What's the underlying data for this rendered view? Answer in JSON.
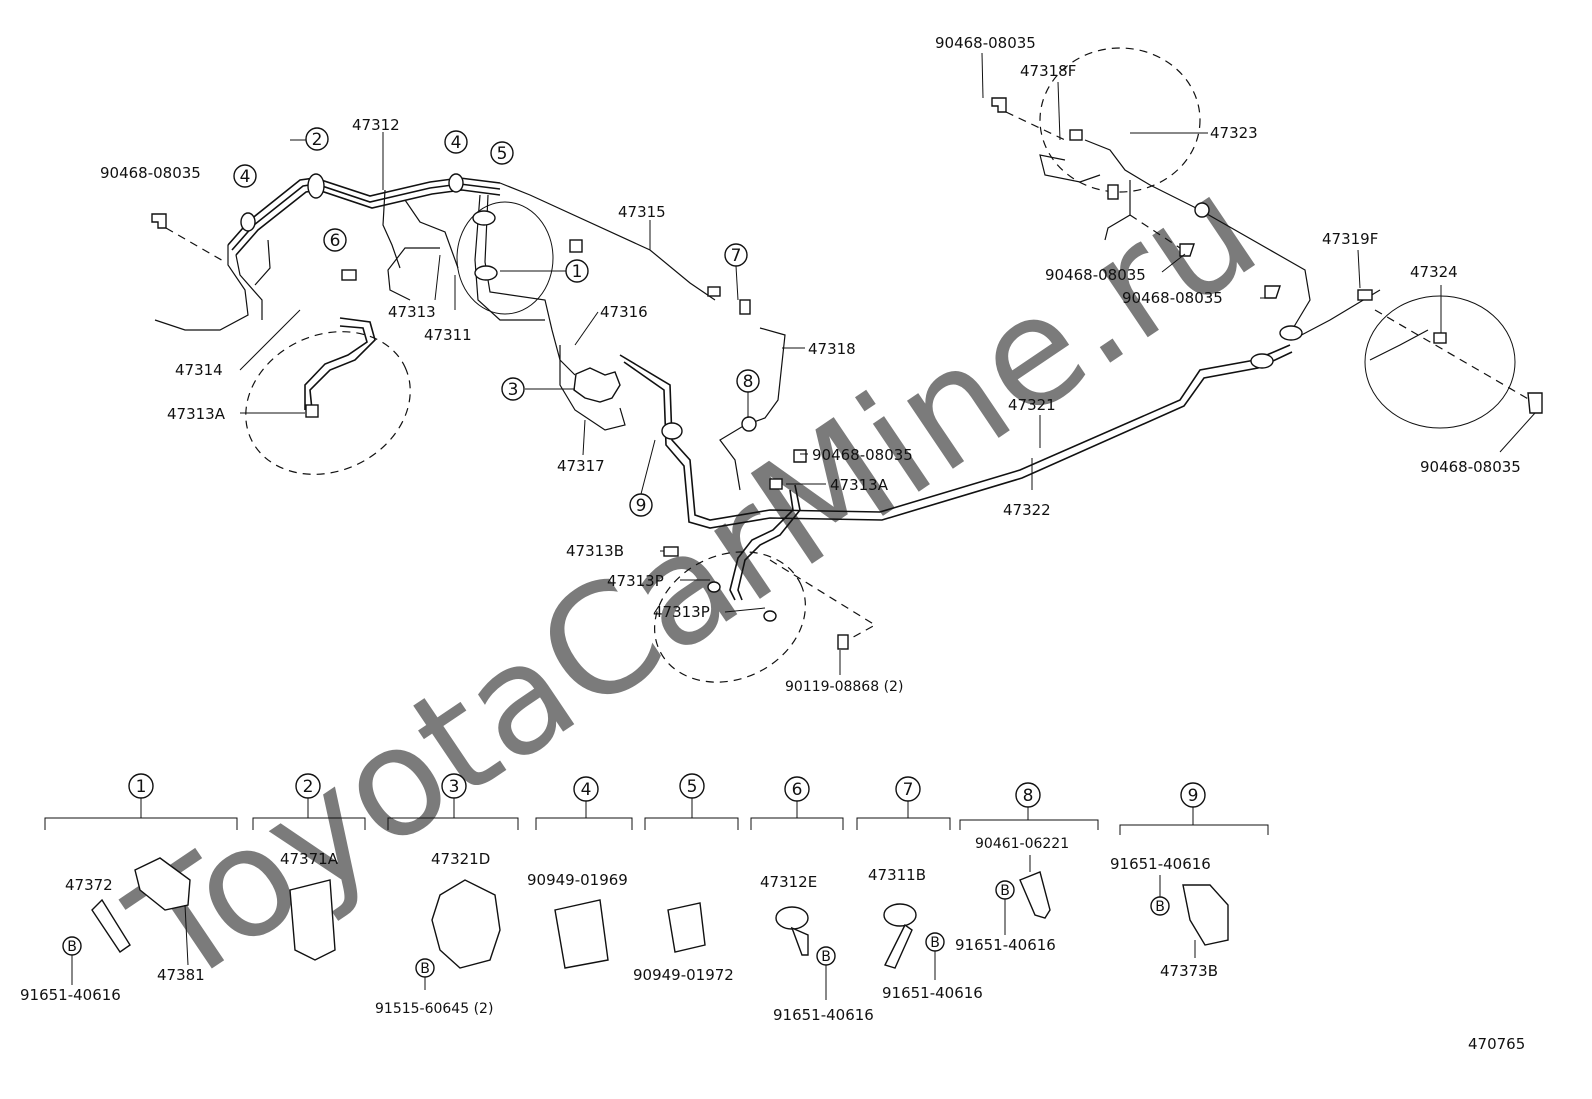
{
  "watermark": "ToyotaCarMine.ru",
  "diagram_number": "470765",
  "callouts": [
    "1",
    "2",
    "3",
    "4",
    "5",
    "6",
    "7",
    "8",
    "9"
  ],
  "bolt_symbol": "B",
  "labels": {
    "p90468_08035": "90468-08035",
    "p47312": "47312",
    "p47315": "47315",
    "p47316": "47316",
    "p47313": "47313",
    "p47311": "47311",
    "p47314": "47314",
    "p47313A": "47313A",
    "p47317": "47317",
    "p47318": "47318",
    "p47313B": "47313B",
    "p47313P": "47313P",
    "p90119_08868": "90119-08868 (2)",
    "p47318F": "47318F",
    "p47323": "47323",
    "p47319F": "47319F",
    "p47324": "47324",
    "p47321": "47321",
    "p47322": "47322"
  },
  "groups": [
    {
      "id": "1",
      "parts": [
        "47372",
        "47381",
        "91651-40616"
      ]
    },
    {
      "id": "2",
      "parts": [
        "47371A"
      ]
    },
    {
      "id": "3",
      "parts": [
        "47321D",
        "91515-60645 (2)"
      ]
    },
    {
      "id": "4",
      "parts": [
        "90949-01969"
      ]
    },
    {
      "id": "5",
      "parts": [
        "90949-01972"
      ]
    },
    {
      "id": "6",
      "parts": [
        "47312E",
        "91651-40616"
      ]
    },
    {
      "id": "7",
      "parts": [
        "47311B",
        "91651-40616"
      ]
    },
    {
      "id": "8",
      "parts": [
        "90461-06221",
        "91651-40616"
      ]
    },
    {
      "id": "9",
      "parts": [
        "91651-40616",
        "47373B"
      ]
    }
  ]
}
